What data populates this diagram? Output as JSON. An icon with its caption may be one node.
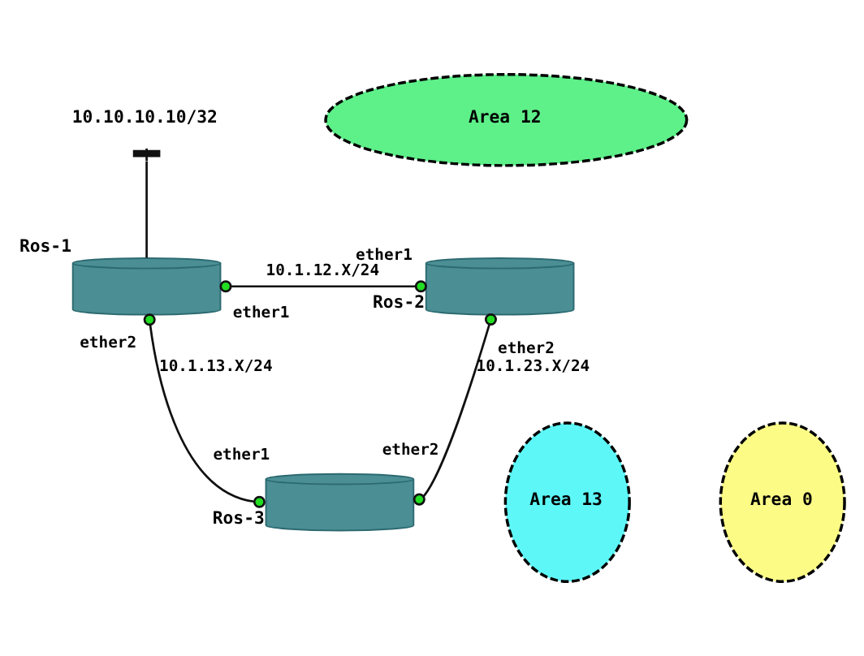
{
  "diagram": {
    "nodes": [
      {
        "text": [
          "10.10.10.10/32"
        ]
      },
      {
        "text": [
          "Area 12"
        ]
      },
      {
        "text": [],
        "shape": "cylinder",
        "beside": [
          "Ros-1",
          "ether1",
          "ether2"
        ]
      },
      {
        "text": [],
        "shape": "cylinder",
        "beside": [
          "Ros-2",
          "ether1",
          "ether2"
        ]
      },
      {
        "text": [
          "Area 13"
        ]
      },
      {
        "text": [
          "Area 0"
        ]
      },
      {
        "text": [],
        "shape": "cylinder",
        "beside": [
          "Ros-3",
          "ether1",
          "ether2"
        ]
      }
    ],
    "edges": [
      {
        "from": 2,
        "to": 3,
        "arrow": "other",
        "label": "10.1.12.X/24"
      },
      {
        "from": 2,
        "to": 6,
        "arrow": "other",
        "label": "10.1.13.X/24"
      },
      {
        "from": 3,
        "to": 6,
        "arrow": "other",
        "label": "10.1.23.X/24"
      },
      {
        "from": 0,
        "to": 2,
        "arrow": "other"
      }
    ]
  }
}
